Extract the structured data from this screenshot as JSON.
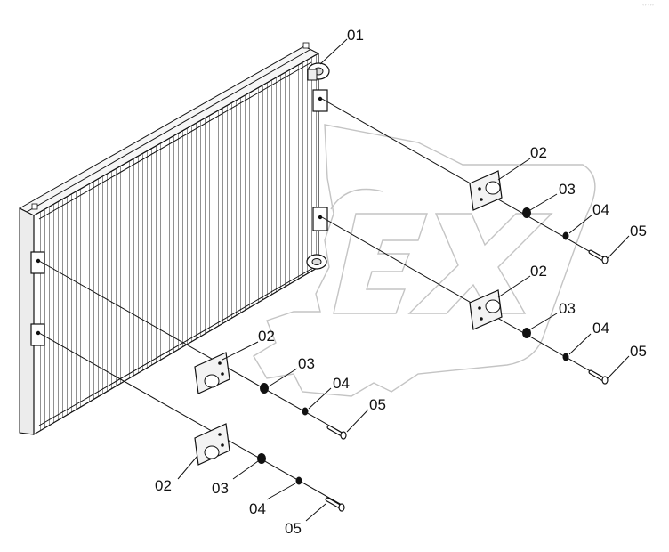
{
  "corner_text": "◦◦ ◦◦◦",
  "colors": {
    "line": "#111111",
    "watermark": "#c4c4c4",
    "fins": "#555555",
    "background": "#ffffff"
  },
  "callouts": {
    "condenser": "01",
    "group_a": {
      "bracket": "02",
      "washer": "03",
      "lock_washer": "04",
      "bolt": "05"
    },
    "group_b": {
      "bracket": "02",
      "washer": "03",
      "lock_washer": "04",
      "bolt": "05"
    },
    "group_c": {
      "bracket": "02",
      "washer": "03",
      "lock_washer": "04",
      "bolt": "05"
    },
    "group_d": {
      "bracket": "02",
      "washer": "03",
      "lock_washer": "04",
      "bolt": "05"
    }
  }
}
